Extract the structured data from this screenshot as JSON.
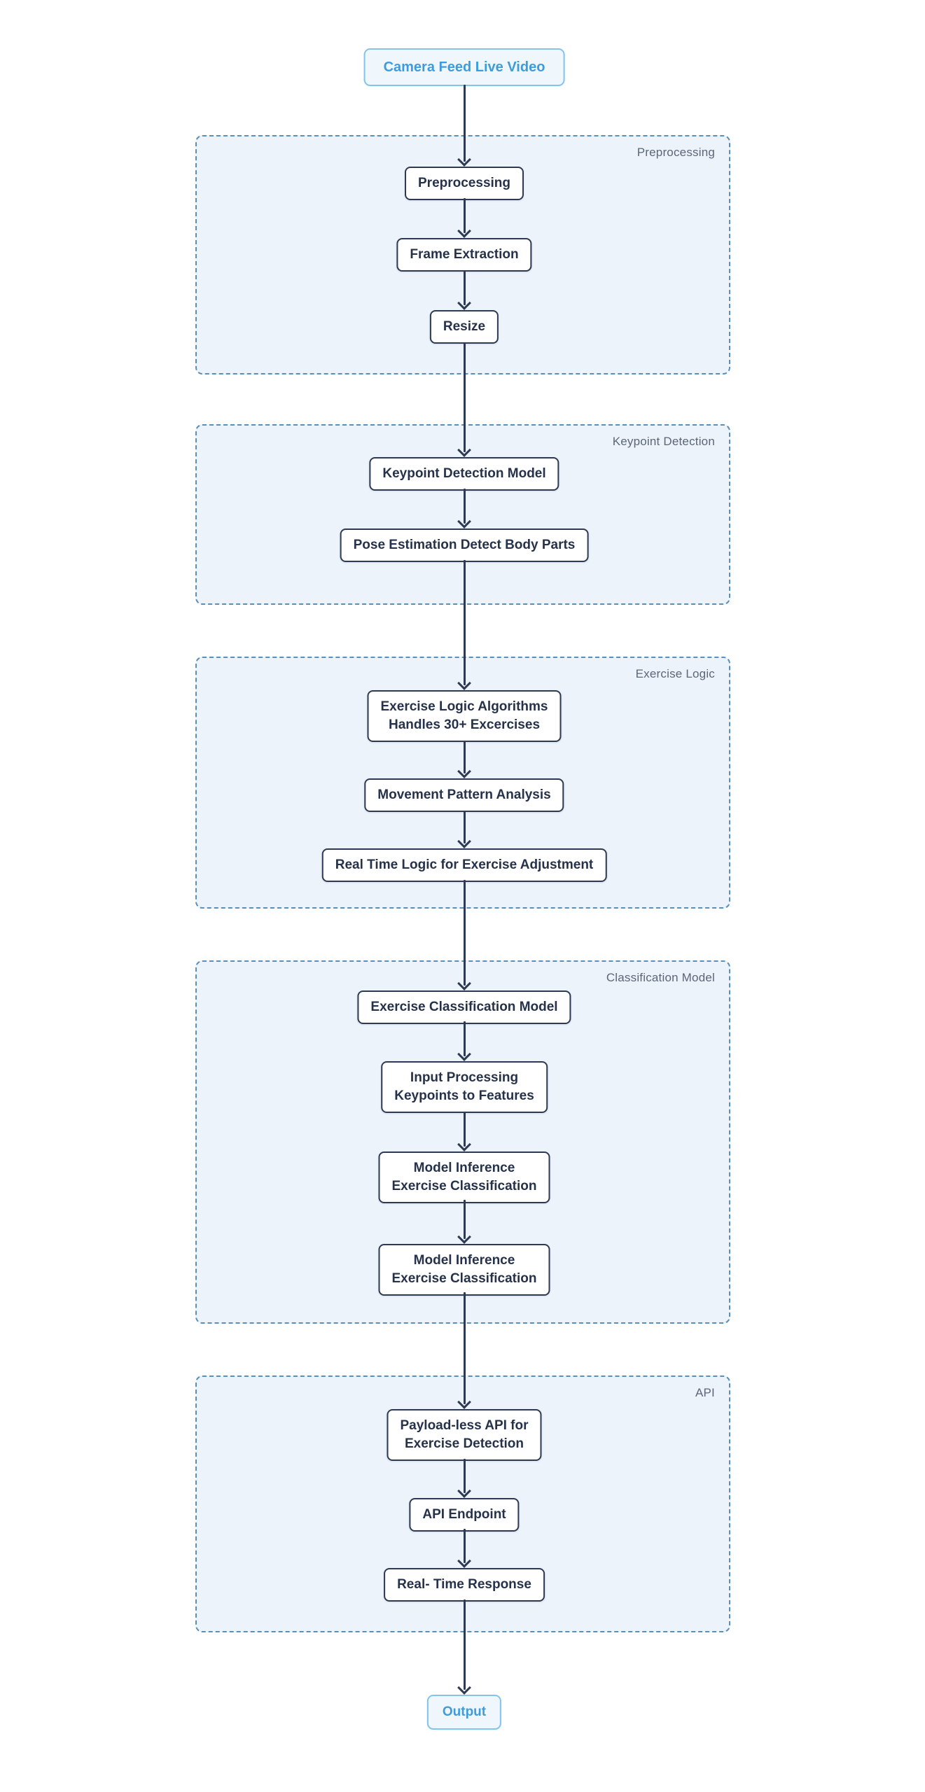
{
  "start_node": {
    "label": "Camera Feed Live Video"
  },
  "end_node": {
    "label": "Output"
  },
  "groups": [
    {
      "label": "Preprocessing",
      "nodes": [
        {
          "label": "Preprocessing"
        },
        {
          "label": "Frame Extraction"
        },
        {
          "label": "Resize"
        }
      ]
    },
    {
      "label": "Keypoint Detection",
      "nodes": [
        {
          "label": "Keypoint Detection Model"
        },
        {
          "label": "Pose Estimation Detect Body Parts"
        }
      ]
    },
    {
      "label": "Exercise Logic",
      "nodes": [
        {
          "label": "Exercise Logic Algorithms\nHandles 30+ Excercises"
        },
        {
          "label": "Movement Pattern Analysis"
        },
        {
          "label": "Real Time Logic for Exercise Adjustment"
        }
      ]
    },
    {
      "label": "Classification Model",
      "nodes": [
        {
          "label": "Exercise Classification Model"
        },
        {
          "label": "Input Processing\nKeypoints to Features"
        },
        {
          "label": "Model Inference\nExercise Classification"
        },
        {
          "label": "Model Inference\nExercise Classification"
        }
      ]
    },
    {
      "label": "API",
      "nodes": [
        {
          "label": "Payload-less API for\nExercise Detection"
        },
        {
          "label": "API Endpoint"
        },
        {
          "label": "Real- Time Response"
        }
      ]
    }
  ],
  "colors": {
    "page_background": "#ffffff",
    "group_background": "#ecf3fb",
    "group_border": "#5a8fb8",
    "group_label_text": "#5d6678",
    "node_background": "#ffffff",
    "node_border": "#2e3a52",
    "node_text": "#26324a",
    "arrow": "#2e3a52",
    "terminal_background": "#eff7fd",
    "terminal_border": "#85c4ea",
    "terminal_text": "#3f9cda"
  }
}
